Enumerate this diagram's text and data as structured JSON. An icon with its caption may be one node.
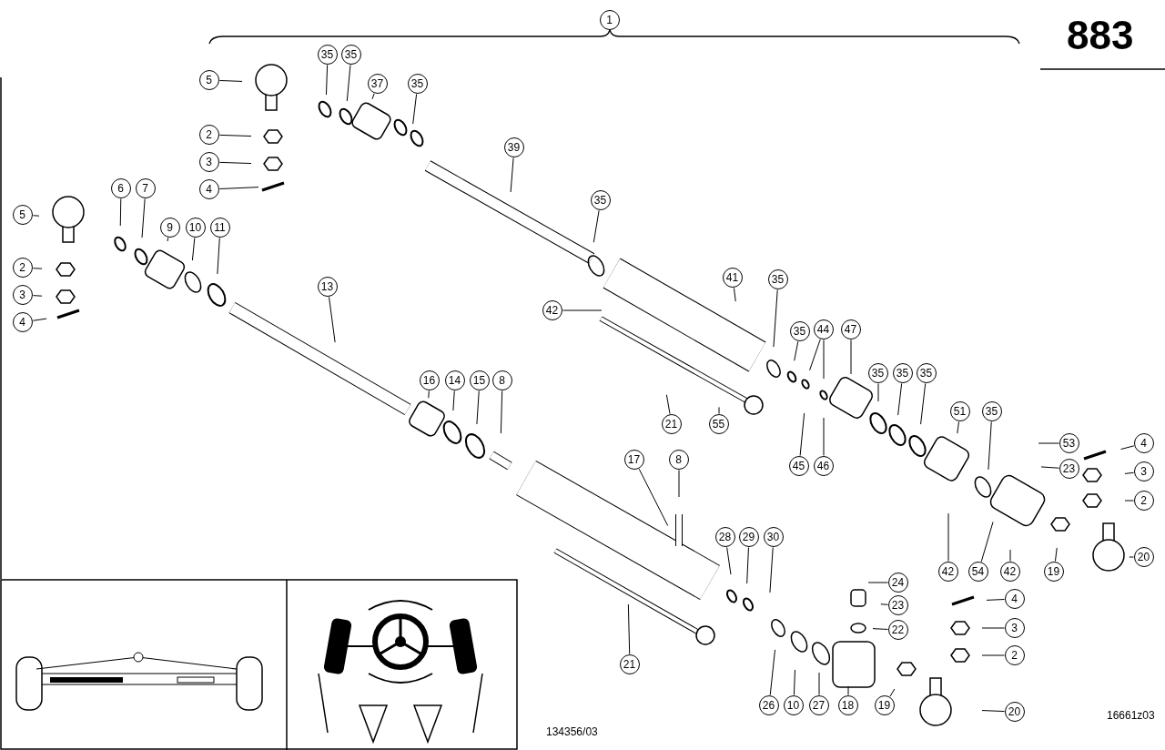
{
  "diagram": {
    "nodes": [
      {
        "text": [
          "1"
        ]
      },
      {
        "text": [
          "5"
        ]
      },
      {
        "text": [
          "35"
        ]
      },
      {
        "text": [
          "35"
        ]
      },
      {
        "text": [
          "37"
        ]
      },
      {
        "text": [
          "35"
        ]
      },
      {
        "text": [
          "2"
        ]
      },
      {
        "text": [
          "3"
        ]
      },
      {
        "text": [
          "4"
        ]
      },
      {
        "text": [
          "39"
        ]
      },
      {
        "text": [
          "35"
        ]
      },
      {
        "text": [
          "5"
        ]
      },
      {
        "text": [
          "6"
        ]
      },
      {
        "text": [
          "7"
        ]
      },
      {
        "text": [
          "9"
        ]
      },
      {
        "text": [
          "10"
        ]
      },
      {
        "text": [
          "11"
        ]
      },
      {
        "text": [
          "2"
        ]
      },
      {
        "text": [
          "3"
        ]
      },
      {
        "text": [
          "4"
        ]
      },
      {
        "text": [
          "13"
        ]
      },
      {
        "text": [
          "41"
        ]
      },
      {
        "text": [
          "35"
        ]
      },
      {
        "text": [
          "42"
        ]
      },
      {
        "text": [
          "35"
        ]
      },
      {
        "text": [
          "44"
        ]
      },
      {
        "text": [
          "47"
        ]
      },
      {
        "text": [
          "16"
        ]
      },
      {
        "text": [
          "14"
        ]
      },
      {
        "text": [
          "15"
        ]
      },
      {
        "text": [
          "8"
        ]
      },
      {
        "text": [
          "35"
        ]
      },
      {
        "text": [
          "35"
        ]
      },
      {
        "text": [
          "35"
        ]
      },
      {
        "text": [
          "51"
        ]
      },
      {
        "text": [
          "35"
        ]
      },
      {
        "text": [
          "21"
        ]
      },
      {
        "text": [
          "55"
        ]
      },
      {
        "text": [
          "45"
        ]
      },
      {
        "text": [
          "46"
        ]
      },
      {
        "text": [
          "53"
        ]
      },
      {
        "text": [
          "4"
        ]
      },
      {
        "text": [
          "23"
        ]
      },
      {
        "text": [
          "17"
        ]
      },
      {
        "text": [
          "8"
        ]
      },
      {
        "text": [
          "3"
        ]
      },
      {
        "text": [
          "2"
        ]
      },
      {
        "text": [
          "28"
        ]
      },
      {
        "text": [
          "29"
        ]
      },
      {
        "text": [
          "30"
        ]
      },
      {
        "text": [
          "20"
        ]
      },
      {
        "text": [
          "42"
        ]
      },
      {
        "text": [
          "54"
        ]
      },
      {
        "text": [
          "42"
        ]
      },
      {
        "text": [
          "19"
        ]
      },
      {
        "text": [
          "24"
        ]
      },
      {
        "text": [
          "4"
        ]
      },
      {
        "text": [
          "23"
        ]
      },
      {
        "text": [
          "3"
        ]
      },
      {
        "text": [
          "22"
        ]
      },
      {
        "text": [
          "21"
        ]
      },
      {
        "text": [
          "2"
        ]
      },
      {
        "text": [
          "26"
        ]
      },
      {
        "text": [
          "10"
        ]
      },
      {
        "text": [
          "27"
        ]
      },
      {
        "text": [
          "18"
        ]
      },
      {
        "text": [
          "19"
        ]
      },
      {
        "text": [
          "20"
        ]
      }
    ],
    "edges": [
      {
        "from": 1,
        "to": null,
        "arrow": "none"
      },
      {
        "from": 2,
        "to": null,
        "arrow": "none"
      },
      {
        "from": 3,
        "to": null,
        "arrow": "none"
      },
      {
        "from": 4,
        "to": null,
        "arrow": "none"
      },
      {
        "from": 5,
        "to": null,
        "arrow": "none"
      },
      {
        "from": 6,
        "to": null,
        "arrow": "none"
      },
      {
        "from": 7,
        "to": null,
        "arrow": "none"
      },
      {
        "from": 8,
        "to": null,
        "arrow": "none"
      },
      {
        "from": 9,
        "to": null,
        "arrow": "none"
      },
      {
        "from": 10,
        "to": null,
        "arrow": "none"
      },
      {
        "from": 11,
        "to": null,
        "arrow": "none"
      },
      {
        "from": 12,
        "to": null,
        "arrow": "none"
      },
      {
        "from": 13,
        "to": null,
        "arrow": "none"
      },
      {
        "from": 14,
        "to": null,
        "arrow": "none"
      },
      {
        "from": 15,
        "to": null,
        "arrow": "none"
      },
      {
        "from": 16,
        "to": null,
        "arrow": "none"
      },
      {
        "from": 17,
        "to": null,
        "arrow": "none"
      },
      {
        "from": 18,
        "to": null,
        "arrow": "none"
      },
      {
        "from": 19,
        "to": null,
        "arrow": "none"
      },
      {
        "from": 20,
        "to": null,
        "arrow": "none"
      },
      {
        "from": 21,
        "to": null,
        "arrow": "none"
      },
      {
        "from": 22,
        "to": null,
        "arrow": "none"
      },
      {
        "from": 23,
        "to": null,
        "arrow": "none"
      },
      {
        "from": 24,
        "to": null,
        "arrow": "none"
      },
      {
        "from": 25,
        "to": null,
        "arrow": "none"
      },
      {
        "from": 25,
        "to": null,
        "arrow": "none"
      },
      {
        "from": 26,
        "to": null,
        "arrow": "none"
      },
      {
        "from": 27,
        "to": null,
        "arrow": "none"
      },
      {
        "from": 28,
        "to": null,
        "arrow": "none"
      },
      {
        "from": 29,
        "to": null,
        "arrow": "none"
      },
      {
        "from": 30,
        "to": null,
        "arrow": "none"
      },
      {
        "from": 31,
        "to": null,
        "arrow": "none"
      },
      {
        "from": 32,
        "to": null,
        "arrow": "none"
      },
      {
        "from": 33,
        "to": null,
        "arrow": "none"
      },
      {
        "from": 34,
        "to": null,
        "arrow": "none"
      },
      {
        "from": 35,
        "to": null,
        "arrow": "none"
      },
      {
        "from": 36,
        "to": null,
        "arrow": "none"
      },
      {
        "from": 37,
        "to": null,
        "arrow": "none"
      },
      {
        "from": 38,
        "to": null,
        "arrow": "none"
      },
      {
        "from": 39,
        "to": null,
        "arrow": "none"
      },
      {
        "from": 40,
        "to": null,
        "arrow": "none"
      },
      {
        "from": 41,
        "to": null,
        "arrow": "none"
      },
      {
        "from": 42,
        "to": null,
        "arrow": "none"
      },
      {
        "from": 43,
        "to": null,
        "arrow": "none"
      },
      {
        "from": 44,
        "to": null,
        "arrow": "none"
      },
      {
        "from": 45,
        "to": null,
        "arrow": "none"
      },
      {
        "from": 46,
        "to": null,
        "arrow": "none"
      },
      {
        "from": 47,
        "to": null,
        "arrow": "none"
      },
      {
        "from": 48,
        "to": null,
        "arrow": "none"
      },
      {
        "from": 49,
        "to": null,
        "arrow": "none"
      },
      {
        "from": 50,
        "to": null,
        "arrow": "none"
      },
      {
        "from": 51,
        "to": null,
        "arrow": "none"
      },
      {
        "from": 52,
        "to": null,
        "arrow": "none"
      },
      {
        "from": 53,
        "to": null,
        "arrow": "none"
      },
      {
        "from": 54,
        "to": null,
        "arrow": "none"
      },
      {
        "from": 55,
        "to": null,
        "arrow": "none"
      },
      {
        "from": 56,
        "to": null,
        "arrow": "none"
      },
      {
        "from": 57,
        "to": null,
        "arrow": "none"
      },
      {
        "from": 58,
        "to": null,
        "arrow": "none"
      },
      {
        "from": 59,
        "to": null,
        "arrow": "none"
      },
      {
        "from": 60,
        "to": null,
        "arrow": "none"
      },
      {
        "from": 61,
        "to": null,
        "arrow": "none"
      },
      {
        "from": 62,
        "to": null,
        "arrow": "none"
      },
      {
        "from": 63,
        "to": null,
        "arrow": "none"
      },
      {
        "from": 64,
        "to": null,
        "arrow": "none"
      },
      {
        "from": 65,
        "to": null,
        "arrow": "none"
      },
      {
        "from": 66,
        "to": null,
        "arrow": "none"
      },
      {
        "from": 67,
        "to": null,
        "arrow": "none"
      }
    ],
    "labels": [
      "883",
      "16661z03",
      "134356/03"
    ]
  }
}
